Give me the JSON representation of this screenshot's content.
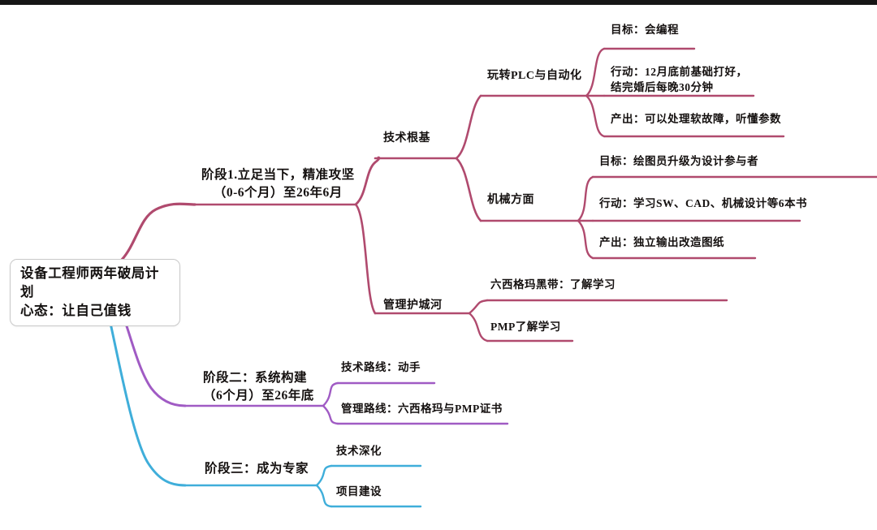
{
  "document": {
    "type": "mindmap",
    "title": "设备工程师两年破局计划",
    "background": "#ffffff"
  },
  "colors": {
    "branch_stage1": "#B04A6E",
    "branch_stage2": "#A05BC4",
    "branch_stage3": "#3FAEDA",
    "text": "#13100F",
    "root_border": "#C9C9C9",
    "topbar": "#161616"
  },
  "root": {
    "line1": "设备工程师两年破局计划",
    "line2": "心态：让自己值钱"
  },
  "branches": [
    {
      "id": "stage1",
      "color": "#B04A6E",
      "label_line1": "阶段1.立足当下，精准攻坚",
      "label_line2": "（0-6个月）至26年6月",
      "children": [
        {
          "id": "tech-foundation",
          "label": "技术根基",
          "children": [
            {
              "id": "plc",
              "label": "玩转PLC与自动化",
              "children": [
                {
                  "id": "plc-goal",
                  "label": "目标：会编程"
                },
                {
                  "id": "plc-action-l1",
                  "label": "行动：12月底前基础打好，",
                  "label_line2": "结完婚后每晚30分钟"
                },
                {
                  "id": "plc-output",
                  "label": "产出：可以处理软故障，听懂参数"
                }
              ]
            },
            {
              "id": "mechanical",
              "label": "机械方面",
              "children": [
                {
                  "id": "mech-goal",
                  "label": "目标：绘图员升级为设计参与者"
                },
                {
                  "id": "mech-action",
                  "label": "行动：学习SW、CAD、机械设计等6本书"
                },
                {
                  "id": "mech-output",
                  "label": "产出：独立输出改造图纸"
                }
              ]
            }
          ]
        },
        {
          "id": "management-moat",
          "label": "管理护城河",
          "children": [
            {
              "id": "six-sigma",
              "label": "六西格玛黑带：了解学习"
            },
            {
              "id": "pmp",
              "label": "PMP了解学习"
            }
          ]
        }
      ]
    },
    {
      "id": "stage2",
      "color": "#A05BC4",
      "label_line1": "阶段二：系统构建",
      "label_line2": "（6个月）至26年底",
      "children": [
        {
          "id": "stage2-tech-route",
          "label": "技术路线：动手"
        },
        {
          "id": "stage2-mgmt-route",
          "label": "管理路线：六西格玛与PMP证书"
        }
      ]
    },
    {
      "id": "stage3",
      "color": "#3FAEDA",
      "label_line1": "阶段三：成为专家",
      "children": [
        {
          "id": "stage3-tech-deepen",
          "label": "技术深化"
        },
        {
          "id": "stage3-project",
          "label": "项目建设"
        }
      ]
    }
  ]
}
